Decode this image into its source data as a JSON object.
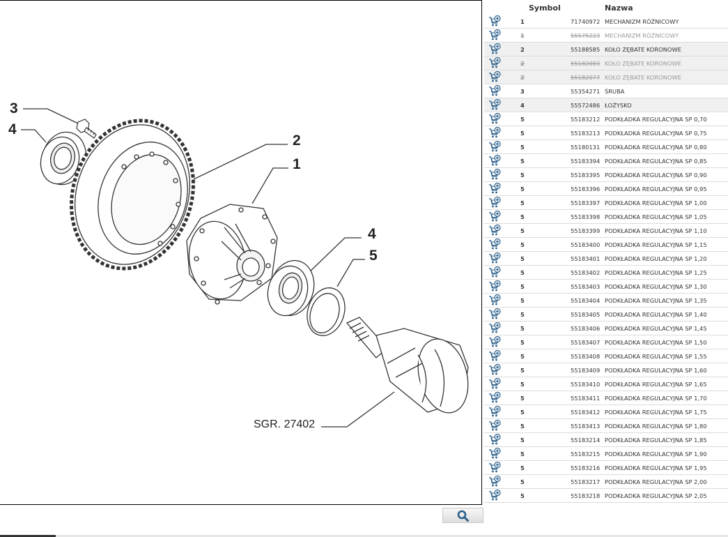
{
  "diagram": {
    "callouts": {
      "c3": "3",
      "c4a": "4",
      "c2": "2",
      "c1": "1",
      "c4b": "4",
      "c5": "5"
    },
    "reference": "SGR. 27402"
  },
  "zoom_button": {
    "icon": "magnifier-icon"
  },
  "table": {
    "headers": {
      "symbol": "Symbol",
      "name": "Nazwa"
    },
    "rows": [
      {
        "symbol": "1",
        "code": "71740972",
        "name": "MECHANIZM RÓŻNICOWY",
        "obsolete": false,
        "shaded": false
      },
      {
        "symbol": "1",
        "code": "55575223",
        "name": "MECHANIZM RÓŻNICOWY",
        "obsolete": true,
        "shaded": false
      },
      {
        "symbol": "2",
        "code": "55188585",
        "name": "KOŁO ZĘBATE KORONOWE",
        "obsolete": false,
        "shaded": true
      },
      {
        "symbol": "2",
        "code": "55182083",
        "name": "KOŁO ZĘBATE KORONOWE",
        "obsolete": true,
        "shaded": true
      },
      {
        "symbol": "2",
        "code": "55182077",
        "name": "KOŁO ZĘBATE KORONOWE",
        "obsolete": true,
        "shaded": true
      },
      {
        "symbol": "3",
        "code": "55354271",
        "name": "ŚRUBA",
        "obsolete": false,
        "shaded": false
      },
      {
        "symbol": "4",
        "code": "55572486",
        "name": "ŁOŻYSKO",
        "obsolete": false,
        "shaded": true
      },
      {
        "symbol": "5",
        "code": "55183212",
        "name": "PODKŁADKA REGULACYJNA SP 0,70",
        "obsolete": false,
        "shaded": false
      },
      {
        "symbol": "5",
        "code": "55183213",
        "name": "PODKŁADKA REGULACYJNA SP 0,75",
        "obsolete": false,
        "shaded": false
      },
      {
        "symbol": "5",
        "code": "55180131",
        "name": "PODKŁADKA REGULACYJNA SP 0,80",
        "obsolete": false,
        "shaded": false
      },
      {
        "symbol": "5",
        "code": "55183394",
        "name": "PODKŁADKA REGULACYJNA SP 0,85",
        "obsolete": false,
        "shaded": false
      },
      {
        "symbol": "5",
        "code": "55183395",
        "name": "PODKŁADKA REGULACYJNA SP 0,90",
        "obsolete": false,
        "shaded": false
      },
      {
        "symbol": "5",
        "code": "55183396",
        "name": "PODKŁADKA REGULACYJNA SP 0,95",
        "obsolete": false,
        "shaded": false
      },
      {
        "symbol": "5",
        "code": "55183397",
        "name": "PODKŁADKA REGULACYJNA SP 1,00",
        "obsolete": false,
        "shaded": false
      },
      {
        "symbol": "5",
        "code": "55183398",
        "name": "PODKŁADKA REGULACYJNA SP 1,05",
        "obsolete": false,
        "shaded": false
      },
      {
        "symbol": "5",
        "code": "55183399",
        "name": "PODKŁADKA REGULACYJNA SP 1,10",
        "obsolete": false,
        "shaded": false
      },
      {
        "symbol": "5",
        "code": "55183400",
        "name": "PODKŁADKA REGULACYJNA SP 1,15",
        "obsolete": false,
        "shaded": false
      },
      {
        "symbol": "5",
        "code": "55183401",
        "name": "PODKŁADKA REGULACYJNA SP 1,20",
        "obsolete": false,
        "shaded": false
      },
      {
        "symbol": "5",
        "code": "55183402",
        "name": "PODKŁADKA REGULACYJNA SP 1,25",
        "obsolete": false,
        "shaded": false
      },
      {
        "symbol": "5",
        "code": "55183403",
        "name": "PODKŁADKA REGULACYJNA SP 1,30",
        "obsolete": false,
        "shaded": false
      },
      {
        "symbol": "5",
        "code": "55183404",
        "name": "PODKŁADKA REGULACYJNA SP 1,35",
        "obsolete": false,
        "shaded": false
      },
      {
        "symbol": "5",
        "code": "55183405",
        "name": "PODKŁADKA REGULACYJNA SP 1,40",
        "obsolete": false,
        "shaded": false
      },
      {
        "symbol": "5",
        "code": "55183406",
        "name": "PODKŁADKA REGULACYJNA SP 1,45",
        "obsolete": false,
        "shaded": false
      },
      {
        "symbol": "5",
        "code": "55183407",
        "name": "PODKŁADKA REGULACYJNA SP 1,50",
        "obsolete": false,
        "shaded": false
      },
      {
        "symbol": "5",
        "code": "55183408",
        "name": "PODKŁADKA REGULACYJNA SP 1,55",
        "obsolete": false,
        "shaded": false
      },
      {
        "symbol": "5",
        "code": "55183409",
        "name": "PODKŁADKA REGULACYJNA SP 1,60",
        "obsolete": false,
        "shaded": false
      },
      {
        "symbol": "5",
        "code": "55183410",
        "name": "PODKŁADKA REGULACYJNA SP 1,65",
        "obsolete": false,
        "shaded": false
      },
      {
        "symbol": "5",
        "code": "55183411",
        "name": "PODKŁADKA REGULACYJNA SP 1,70",
        "obsolete": false,
        "shaded": false
      },
      {
        "symbol": "5",
        "code": "55183412",
        "name": "PODKŁADKA REGULACYJNA SP 1,75",
        "obsolete": false,
        "shaded": false
      },
      {
        "symbol": "5",
        "code": "55183413",
        "name": "PODKŁADKA REGULACYJNA SP 1,80",
        "obsolete": false,
        "shaded": false
      },
      {
        "symbol": "5",
        "code": "55183214",
        "name": "PODKŁADKA REGULACYJNA SP 1,85",
        "obsolete": false,
        "shaded": false
      },
      {
        "symbol": "5",
        "code": "55183215",
        "name": "PODKŁADKA REGULACYJNA SP 1,90",
        "obsolete": false,
        "shaded": false
      },
      {
        "symbol": "5",
        "code": "55183216",
        "name": "PODKŁADKA REGULACYJNA SP 1,95",
        "obsolete": false,
        "shaded": false
      },
      {
        "symbol": "5",
        "code": "55183217",
        "name": "PODKŁADKA REGULACYJNA SP 2,00",
        "obsolete": false,
        "shaded": false
      },
      {
        "symbol": "5",
        "code": "55183218",
        "name": "PODKŁADKA REGULACYJNA SP 2,05",
        "obsolete": false,
        "shaded": false
      }
    ],
    "row_icon": "add-to-cart-icon"
  },
  "colors": {
    "cart_icon": "#2a5f8a",
    "obsolete_text": "#9a9a9a",
    "row_shade": "#f0f0f0"
  }
}
